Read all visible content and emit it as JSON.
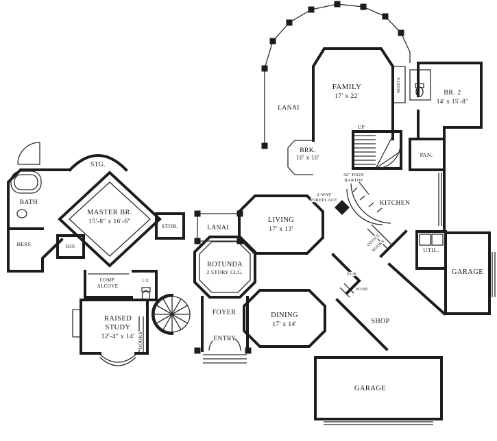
{
  "meta": {
    "type": "architectural-floor-plan"
  },
  "colors": {
    "ink": "#1c1c1c",
    "background": "#ffffff"
  },
  "labels": {
    "family_name": "FAMILY",
    "family_dims": "17' x 22'",
    "media": "MEDIA",
    "br2_name": "BR. 2",
    "br2_dims": "14' x 15'-8\"",
    "lanai_top": "LANAI",
    "brk_name": "BRK.",
    "brk_dims": "10' x 10'",
    "up": "UP",
    "pan": "PAN.",
    "bartop_1": "42\" HIGH",
    "bartop_2": "BARTOP",
    "kitchen": "KITCHEN",
    "fireplace_1": "2-WAY",
    "fireplace_2": "FIREPLACE",
    "stg": "STG.",
    "bath": "BATH",
    "master_name": "MASTER BR.",
    "master_dims": "15'-8\" x 16'-6\"",
    "hers": "HERS",
    "his": "HIS",
    "stor": "STOR.",
    "lanai_mid": "LANAI",
    "living_name": "LIVING",
    "living_dims": "17' x 13'",
    "office": "OFFICE",
    "office_books": "BOOKS",
    "util": "UTIL.",
    "garage_right": "GARAGE",
    "rotunda_name": "ROTUNDA",
    "rotunda_sub": "2 STORY CLG.",
    "comp_1": "COMP.",
    "comp_2": "ALCOVE",
    "half_bath": "1/2",
    "pub": "PUB",
    "wine": "WINE",
    "study_1": "RAISED",
    "study_2": "STUDY",
    "study_dims": "12'-4\" x 14'",
    "books": "BOOKS",
    "foyer": "FOYER",
    "entry": "ENTRY",
    "dining_name": "DINING",
    "dining_dims": "17' x 14'",
    "shop": "SHOP",
    "garage_bottom": "GARAGE"
  }
}
